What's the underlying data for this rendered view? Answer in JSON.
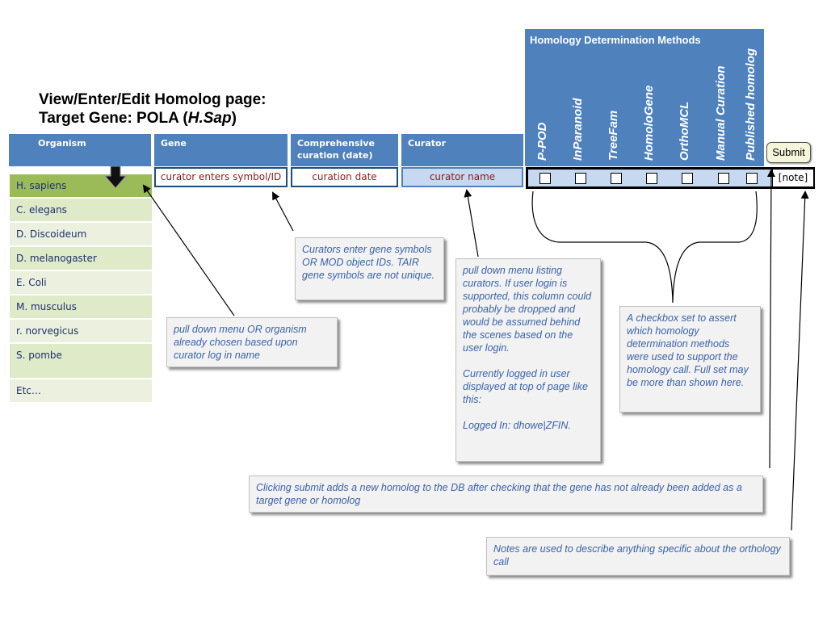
{
  "title": {
    "line1": "View/Enter/Edit Homolog page:",
    "line2_prefix": "Target Gene: POLA (",
    "line2_species": "H.Sap",
    "line2_suffix": ")"
  },
  "table_headers": {
    "organism": "Organism",
    "gene": "Gene",
    "curation": "Comprehensive curation (date)",
    "curator": "Curator"
  },
  "inputs": {
    "gene": "curator enters symbol/ID",
    "date": "curation date",
    "curator": "curator name",
    "note": "[note]"
  },
  "homology": {
    "title": "Homology Determination Methods",
    "methods": [
      "P-POD",
      "InParanoid",
      "TreeFam",
      "HomoloGene",
      "OrthoMCL",
      "Manual Curation",
      "Published homolog"
    ]
  },
  "submit_label": "Submit",
  "organisms": [
    "H. sapiens",
    "C. elegans",
    "D. Discoideum",
    "D. melanogaster",
    "E. Coli",
    "M. musculus",
    "r. norvegicus",
    "S. pombe",
    "Etc…"
  ],
  "notes": {
    "gene": "Curators enter gene symbols OR MOD object IDs.  TAIR gene symbols are not unique.",
    "organism": "pull down menu OR organism already chosen based upon curator log in name",
    "curator_p1": "pull down menu listing curators.  If user login is supported, this column could probably be dropped and would be assumed behind the scenes based on the user login.",
    "curator_p2": "Currently logged in user displayed at top of page like this:",
    "curator_p3": "Logged In: dhowe|ZFIN.",
    "checkbox": "A checkbox set to assert which homology determination methods were used to support the homology call.  Full set may be more than shown here.",
    "submit": "Clicking submit adds a new homolog to the DB after checking that the gene has not already been added as a target gene or homolog",
    "notes": "Notes are used to describe anything specific about the orthology call"
  }
}
